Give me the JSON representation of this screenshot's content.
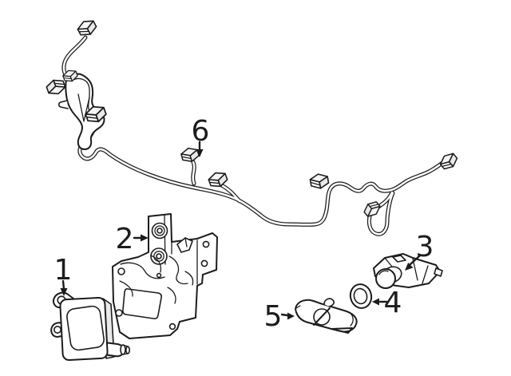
{
  "canvas": {
    "background": "#ffffff",
    "line_color": "#1c1c1c"
  },
  "callouts": [
    {
      "number": "1",
      "part": "radar-sensor-module"
    },
    {
      "number": "2",
      "part": "sensor-mounting-bracket"
    },
    {
      "number": "3",
      "part": "park-assist-sensor"
    },
    {
      "number": "4",
      "part": "sensor-seal-ring"
    },
    {
      "number": "5",
      "part": "sensor-retainer-bracket"
    },
    {
      "number": "6",
      "part": "wiring-harness"
    }
  ]
}
